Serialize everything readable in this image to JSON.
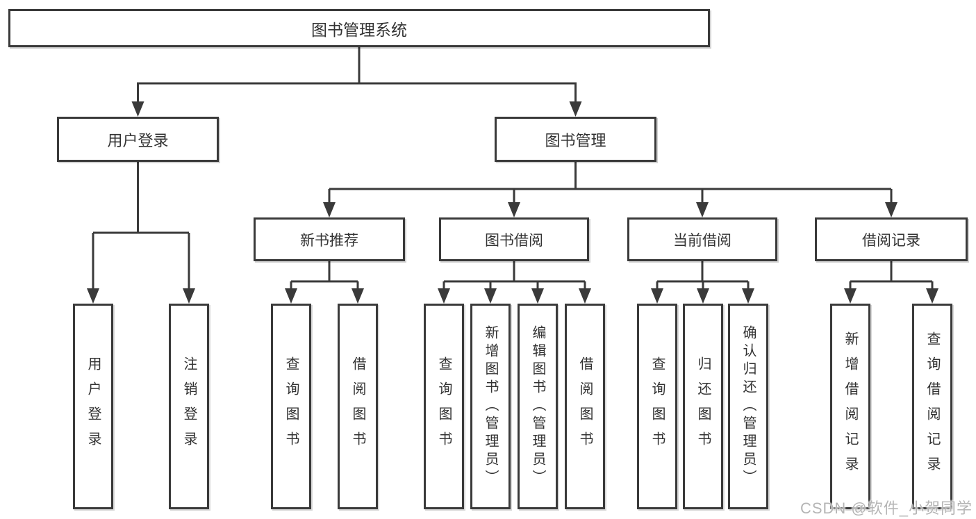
{
  "diagram": {
    "type": "hierarchy-tree",
    "watermark": "CSDN @软件_小贺同学",
    "colors": {
      "line": "#3a3a3a",
      "box_border": "#3a3a3a",
      "text": "#333333",
      "watermark": "#b5b5b5",
      "background": "#ffffff"
    },
    "root": {
      "label": "图书管理系统",
      "children": [
        {
          "label": "用户登录",
          "children": [
            {
              "label": "用户登录"
            },
            {
              "label": "注销登录"
            }
          ]
        },
        {
          "label": "图书管理",
          "children": [
            {
              "label": "新书推荐",
              "children": [
                {
                  "label": "查询图书"
                },
                {
                  "label": "借阅图书"
                }
              ]
            },
            {
              "label": "图书借阅",
              "children": [
                {
                  "label": "查询图书"
                },
                {
                  "label": "新增图书（管理员）"
                },
                {
                  "label": "编辑图书（管理员）"
                },
                {
                  "label": "借阅图书"
                }
              ]
            },
            {
              "label": "当前借阅",
              "children": [
                {
                  "label": "查询图书"
                },
                {
                  "label": "归还图书"
                },
                {
                  "label": "确认归还（管理员）"
                }
              ]
            },
            {
              "label": "借阅记录",
              "children": [
                {
                  "label": "新增借阅记录"
                },
                {
                  "label": "查询借阅记录"
                }
              ]
            }
          ]
        }
      ]
    }
  }
}
